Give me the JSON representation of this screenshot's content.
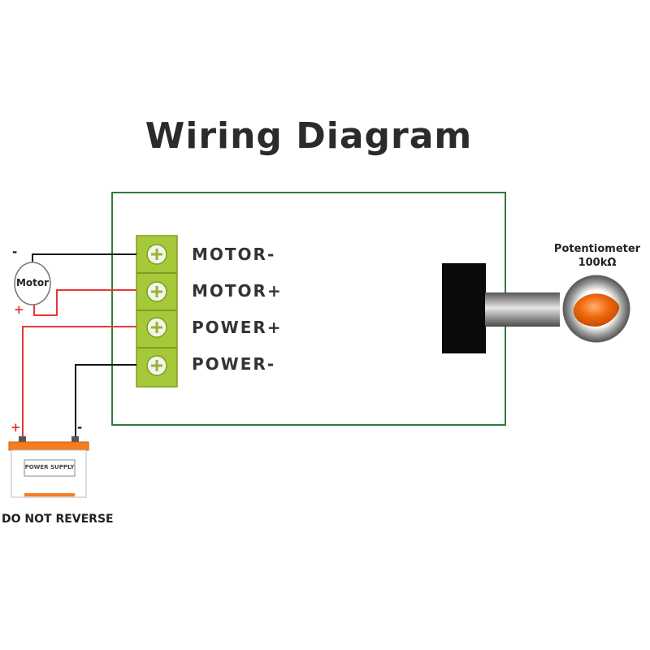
{
  "title": "Wiring Diagram",
  "terminals": [
    {
      "label": "MOTOR-"
    },
    {
      "label": "MOTOR+"
    },
    {
      "label": "POWER+"
    },
    {
      "label": "POWER-"
    }
  ],
  "motor": {
    "label": "Motor",
    "minus": "-",
    "plus": "+"
  },
  "power_supply": {
    "label": "POWER SUPPLY",
    "plus": "+",
    "minus": "-"
  },
  "potentiometer": {
    "name": "Potentiometer",
    "value": "100kΩ"
  },
  "warning": "DO NOT REVERSE",
  "colors": {
    "board_border": "#2e7d3a",
    "terminal_green": "#a6c93a",
    "wire_red": "#e53935",
    "wire_black": "#111111",
    "battery_orange": "#f57c1f",
    "knob_orange": "#f26a10",
    "sign_red": "#e53935"
  }
}
